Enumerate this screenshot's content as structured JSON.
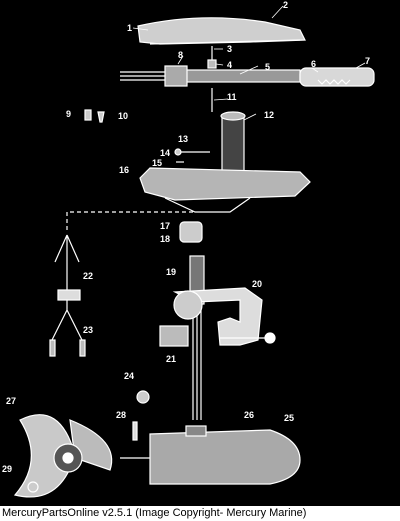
{
  "diagram": {
    "title": "",
    "callouts": {
      "c1": "1",
      "c2": "2",
      "c3": "3",
      "c4": "4",
      "c5": "5",
      "c6": "6",
      "c7": "7",
      "c8": "8",
      "c9": "9",
      "c10": "10",
      "c11": "11",
      "c12": "12",
      "c13": "13",
      "c14": "14",
      "c15": "15",
      "c16": "16",
      "c17": "17",
      "c18": "18",
      "c19": "19",
      "c20": "20",
      "c21": "21",
      "c22": "22",
      "c23": "23",
      "c24": "24",
      "c25": "25",
      "c26": "26",
      "c27": "27",
      "c28": "28",
      "c29": "29"
    },
    "colors": {
      "background": "#000000",
      "line": "#ffffff",
      "caption": "#000000"
    }
  },
  "footer": {
    "caption": "MercuryPartsOnline v2.5.1 (Image Copyright- Mercury Marine)"
  }
}
